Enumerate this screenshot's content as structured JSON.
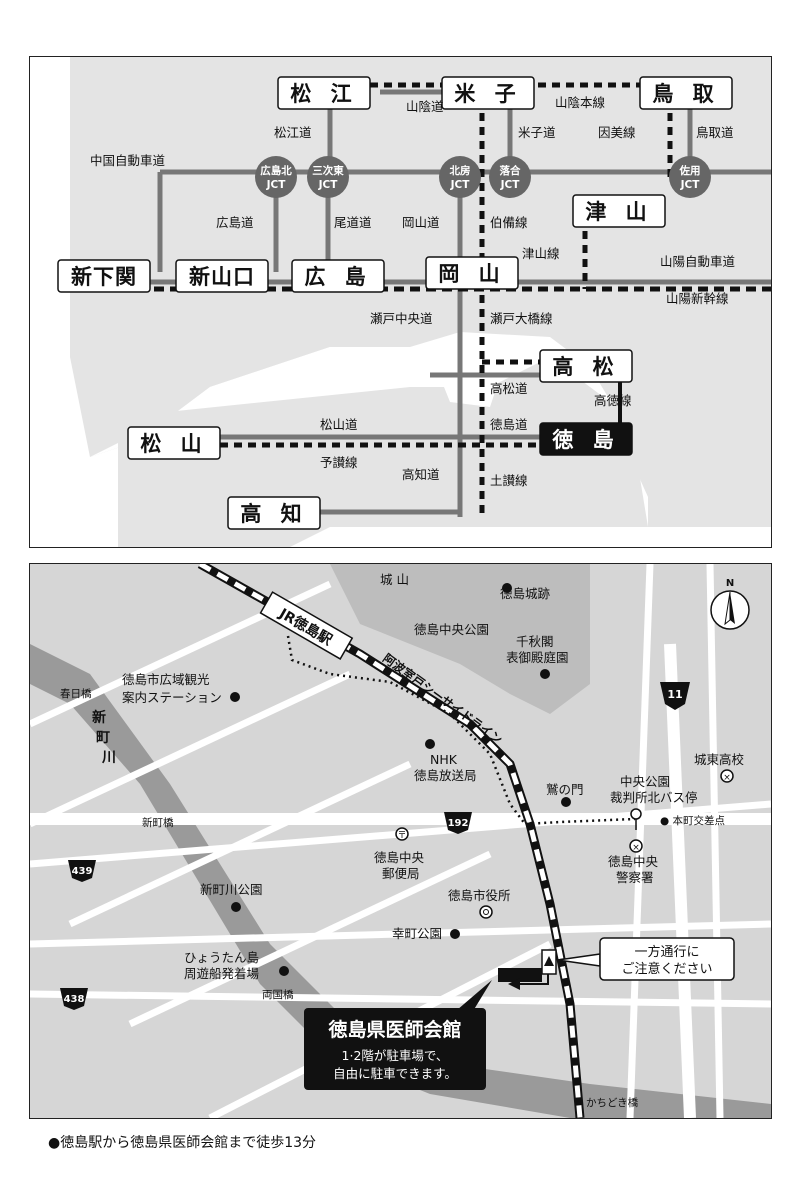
{
  "regional_map": {
    "stations": {
      "matsue": "松 江",
      "yonago": "米 子",
      "tottori": "鳥 取",
      "tsuyama": "津 山",
      "shimonoseki": "新下関",
      "shinyamaguchi": "新山口",
      "hiroshima": "広 島",
      "okayama": "岡 山",
      "takamatsu": "高 松",
      "tokushima": "徳 島",
      "matsuyama": "松 山",
      "kochi": "高 知"
    },
    "routes": {
      "sanin_do": "山陰道",
      "sanin_line": "山陰本線",
      "matsue_do": "松江道",
      "yonago_do": "米子道",
      "inbi_line": "因美線",
      "tottori_do": "鳥取道",
      "chugoku_expy": "中国自動車道",
      "hiroshima_do": "広島道",
      "onomichi_do": "尾道道",
      "okayama_do": "岡山道",
      "hakubi_line": "伯備線",
      "tsuyama_line": "津山線",
      "sanyo_expy": "山陽自動車道",
      "sanyo_shinkansen": "山陽新幹線",
      "seto_chuo_do": "瀬戸中央道",
      "seto_ohashi_line": "瀬戸大橋線",
      "takamatsu_do": "高松道",
      "kotoku_line": "高徳線",
      "tokushima_do": "徳島道",
      "matsuyama_do": "松山道",
      "yosan_line": "予讃線",
      "kochi_do": "高知道",
      "dosan_line": "土讃線"
    },
    "junctions": {
      "hiroshima_kita": [
        "広島北",
        "JCT"
      ],
      "miyoshi_higashi": [
        "三次東",
        "JCT"
      ],
      "kitafusa": [
        "北房",
        "JCT"
      ],
      "ochiai": [
        "落合",
        "JCT"
      ],
      "sayo": [
        "佐用",
        "JCT"
      ]
    }
  },
  "city_map": {
    "north_label": "N",
    "jr_station": "JR徳島駅",
    "awa_line": "阿波室戸シーサイドライン",
    "places": {
      "shiroyama": "城 山",
      "castle_ruins": "徳島城跡",
      "central_park": "徳島中央公園",
      "senshukaku": [
        "千秋閣",
        "表御殿庭園"
      ],
      "tourism_station": [
        "徳島市広域観光",
        "案内ステーション"
      ],
      "kasuga_bridge": "春日橋",
      "shinmachi_river": [
        "新",
        "町",
        "川"
      ],
      "nhk": [
        "NHK",
        "徳島放送局"
      ],
      "washi_gate": "鷲の門",
      "bus_stop": [
        "中央公園",
        "裁判所北バス停"
      ],
      "jotoh_high": "城東高校",
      "honmachi_crossing": "● 本町交差点",
      "police": [
        "徳島中央",
        "警察署"
      ],
      "post_office": [
        "徳島中央",
        "郵便局"
      ],
      "shinmachi_bridge": "新町橋",
      "city_hall": "徳島市役所",
      "shinmachigawa_park": "新町川公園",
      "saiwaicho_park": "幸町公園",
      "hyotanjima": [
        "ひょうたん島",
        "周遊船発着場"
      ],
      "ryogoku_bridge": "両国橋",
      "kachidoki_bridge": "かちどき橋"
    },
    "routes": {
      "r11": "11",
      "r192": "192",
      "r439": "439",
      "r438": "438"
    },
    "one_way_note": [
      "一方通行に",
      "ご注意ください"
    ],
    "venue": {
      "name": "徳島県医師会館",
      "desc_line1": "1·2階が駐車場で、",
      "desc_line2": "自由に駐車できます。"
    }
  },
  "footer_note": "●徳島駅から徳島県医師会館まで徒歩13分"
}
